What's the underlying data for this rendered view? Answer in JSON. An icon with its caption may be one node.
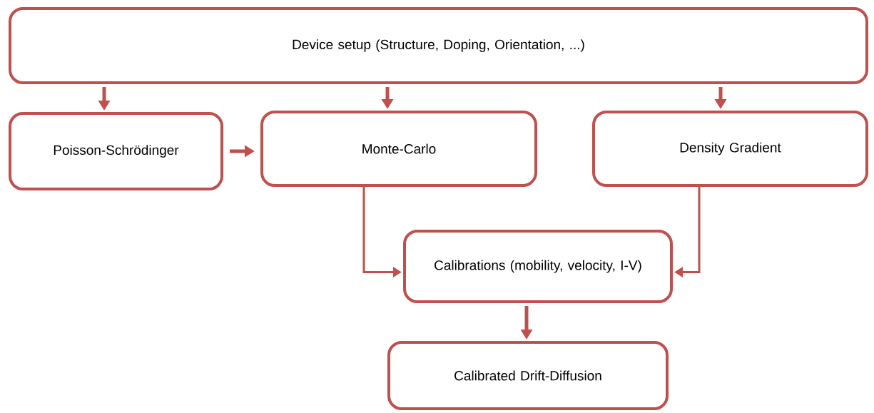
{
  "diagram": {
    "nodes": [
      {
        "text": [
          "Device setup (Structure, Doping, Orientation, ...)"
        ]
      },
      {
        "text": [
          "Poisson-Schrödinger"
        ]
      },
      {
        "text": [
          "Monte-Carlo"
        ]
      },
      {
        "text": [
          "Density Gradient"
        ]
      },
      {
        "text": [
          "Calibrations (mobility, velocity, I-V)"
        ]
      },
      {
        "text": [
          "Calibrated Drift-Diffusion"
        ]
      }
    ],
    "edges": [
      {
        "from": 0,
        "to": 1,
        "arrow": "to"
      },
      {
        "from": 0,
        "to": 2,
        "arrow": "to"
      },
      {
        "from": 0,
        "to": 3,
        "arrow": "to"
      },
      {
        "from": 1,
        "to": 2,
        "arrow": "to"
      },
      {
        "from": 2,
        "to": 4,
        "arrow": "to"
      },
      {
        "from": 3,
        "to": 4,
        "arrow": "to"
      },
      {
        "from": 4,
        "to": 5,
        "arrow": "to"
      }
    ]
  }
}
